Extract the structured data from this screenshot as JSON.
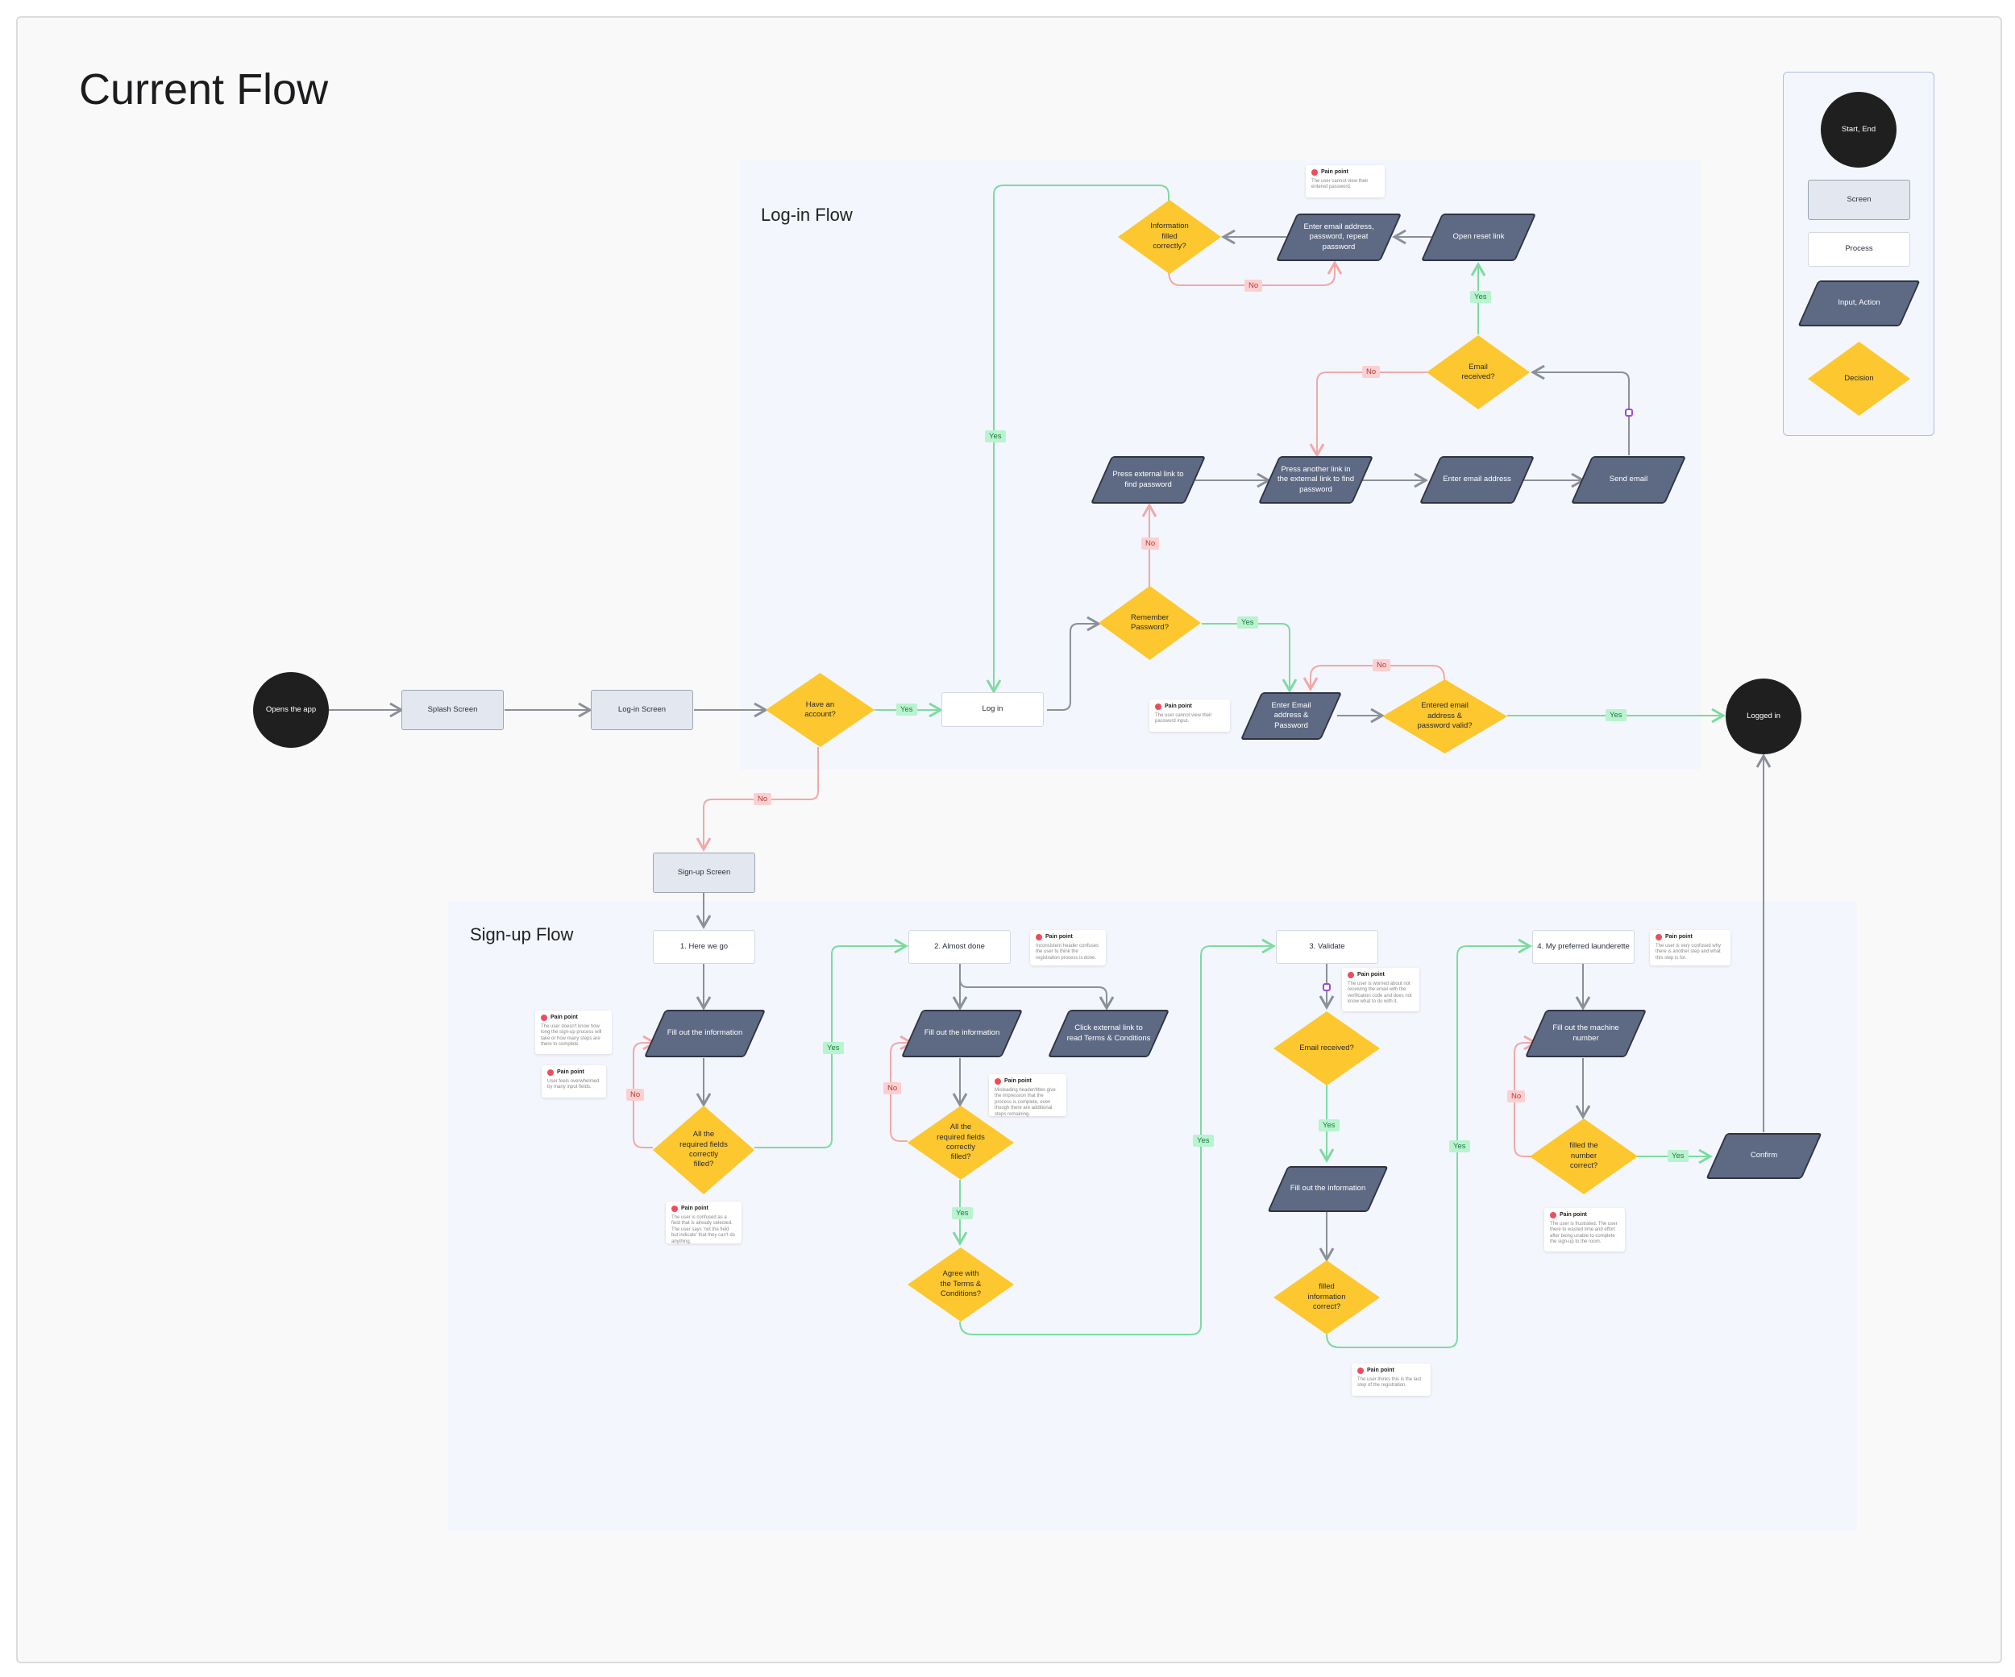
{
  "page": {
    "title": "Current Flow"
  },
  "regions": {
    "login": "Log-in Flow",
    "signup": "Sign-up Flow"
  },
  "legend": {
    "start_end": "Start, End",
    "screen": "Screen",
    "process": "Process",
    "input_action": "Input, Action",
    "decision": "Decision"
  },
  "nodes": {
    "opens_app": "Opens the app",
    "splash": "Splash Screen",
    "login_screen": "Log-in Screen",
    "have_account": "Have an account?",
    "log_in": "Log in",
    "remember_password": "Remember Password?",
    "enter_email_password": "Enter Email address & Password",
    "entered_valid": "Entered email address & password valid?",
    "logged_in": "Logged in",
    "press_external": "Press external link to find password",
    "press_another": "Press another link in the external link to find password",
    "enter_email_address": "Enter email address",
    "send_email": "Send email",
    "email_received_login": "Email received?",
    "open_reset": "Open reset link",
    "enter_repeat": "Enter email address, password, repeat password",
    "info_filled": "Information filled correctly?",
    "signup_screen": "Sign-up Screen",
    "here_we_go": "1. Here we go",
    "fill_info_1": "Fill out the information",
    "required_1": "All the required fields correctly filled?",
    "almost_done": "2. Almost done",
    "fill_info_2": "Fill out the information",
    "click_terms": "Click external link to read Terms & Conditions",
    "required_2": "All the required fields correctly filled?",
    "agree_terms": "Agree with the Terms & Conditions?",
    "validate": "3. Validate",
    "email_received_signup": "Email received?",
    "fill_info_3": "Fill out the information",
    "filled_correct": "filled information correct?",
    "preferred": "4. My preferred launderette",
    "machine_number": "Fill out the machine number",
    "number_correct": "filled the number correct?",
    "confirm": "Confirm"
  },
  "labels": {
    "yes": "Yes",
    "no": "No"
  },
  "pain_points": {
    "header": "Pain point",
    "p1": "The user cannot view their entered password.",
    "p2": "The user cannot view their password input.",
    "p3": "The user doesn't know how long the sign-up process will take or how many steps are there to complete.",
    "p4": "User feels overwhelmed by many input fields.",
    "p5": "The user is confused as a field that is already selected. The user says 'not the field but indicate' that they can't do anything.",
    "p6": "Inconsistent header confuses the user to think the registration process is done.",
    "p7": "Misleading header/titles give the impression that the process is complete, even though there are additional steps remaining.",
    "p8": "The user is worried about not receiving the email with the verification code and does not know what to do with it.",
    "p9": "The user thinks this is the last step of the registration.",
    "p10": "The user is very confused why there is another step and what this step is for.",
    "p11": "The user is frustrated. The user there to wasted time and effort after being unable to complete the sign-up to the room."
  },
  "colors": {
    "yes": "#7ddba0",
    "no": "#f0a9a9",
    "neutral": "#8a8f98",
    "decision": "#fdc72f",
    "input": "#5e6a84",
    "screen": "#e3e8f0"
  }
}
